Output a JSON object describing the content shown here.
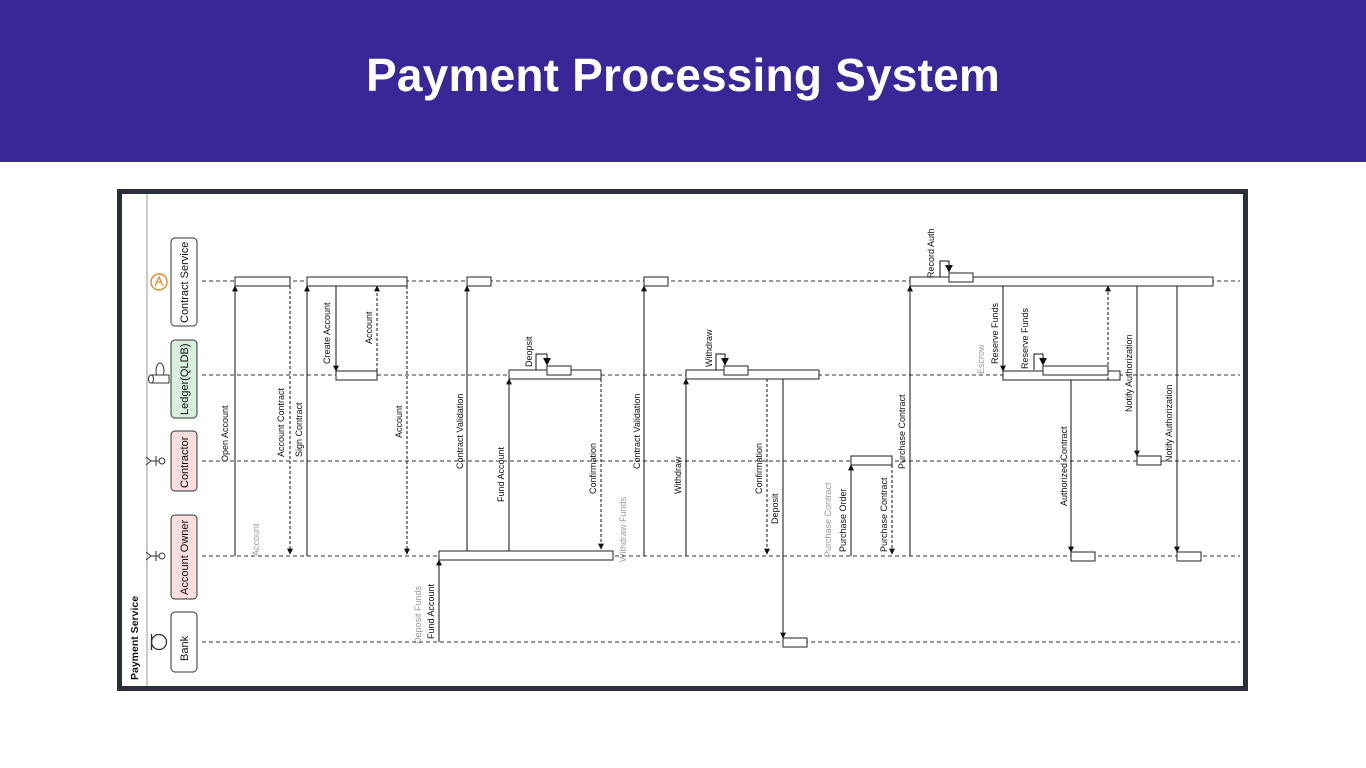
{
  "header": {
    "title": "Payment Processing System"
  },
  "diagram": {
    "pool_label": "Payment Service",
    "participants": [
      {
        "id": "contract-service",
        "label": "Contract Service",
        "icon": "contract-service-icon",
        "fill": "#ffffff"
      },
      {
        "id": "ledger",
        "label": "Ledger(QLDB)",
        "icon": "database-icon",
        "fill": "#d8efdf"
      },
      {
        "id": "contractor",
        "label": "Contractor",
        "icon": "actor-icon",
        "fill": "#f8dede"
      },
      {
        "id": "account-owner",
        "label": "Account Owner",
        "icon": "actor-icon",
        "fill": "#f8dede"
      },
      {
        "id": "bank",
        "label": "Bank",
        "icon": "bank-icon",
        "fill": "#ffffff"
      }
    ],
    "messages": {
      "open_account": "Open Account",
      "account_gray": "Account",
      "account_contract": "Account Contract",
      "sign_contract": "Sign Contract",
      "create_account": "Create Account",
      "account_reply": "Account",
      "account_return": "Account",
      "deposit_funds": "Deposit Funds",
      "fund_account_bank": "Fund Account",
      "contract_validation_1": "Contract Validation",
      "fund_account": "Fund Account",
      "deopsit": "Deopsit",
      "confirmation_1": "Confirmation",
      "withdraw_funds": "Withdraw Funds",
      "contract_validation_2": "Contract Validation",
      "withdraw_call": "Withdraw",
      "withdraw_self": "Withdraw",
      "confirmation_2": "Confirmation",
      "deposit": "Deposit",
      "purchase_contract_gray": "Purchase Contract",
      "purchase_order": "Purchase Order",
      "purchase_contract_return": "Purchase Contract",
      "purchase_contract_call": "Purchase Contract",
      "record_auth": "Record Auth",
      "escrow": "Escrow",
      "reserve_funds_1": "Reserve Funds",
      "reserve_funds_2": "Reserve Funds",
      "authorized_contract": "Authorized Contract",
      "notify_authorization_1": "Notify Authorization",
      "notify_authorization_2": "Notify Authorization"
    }
  }
}
